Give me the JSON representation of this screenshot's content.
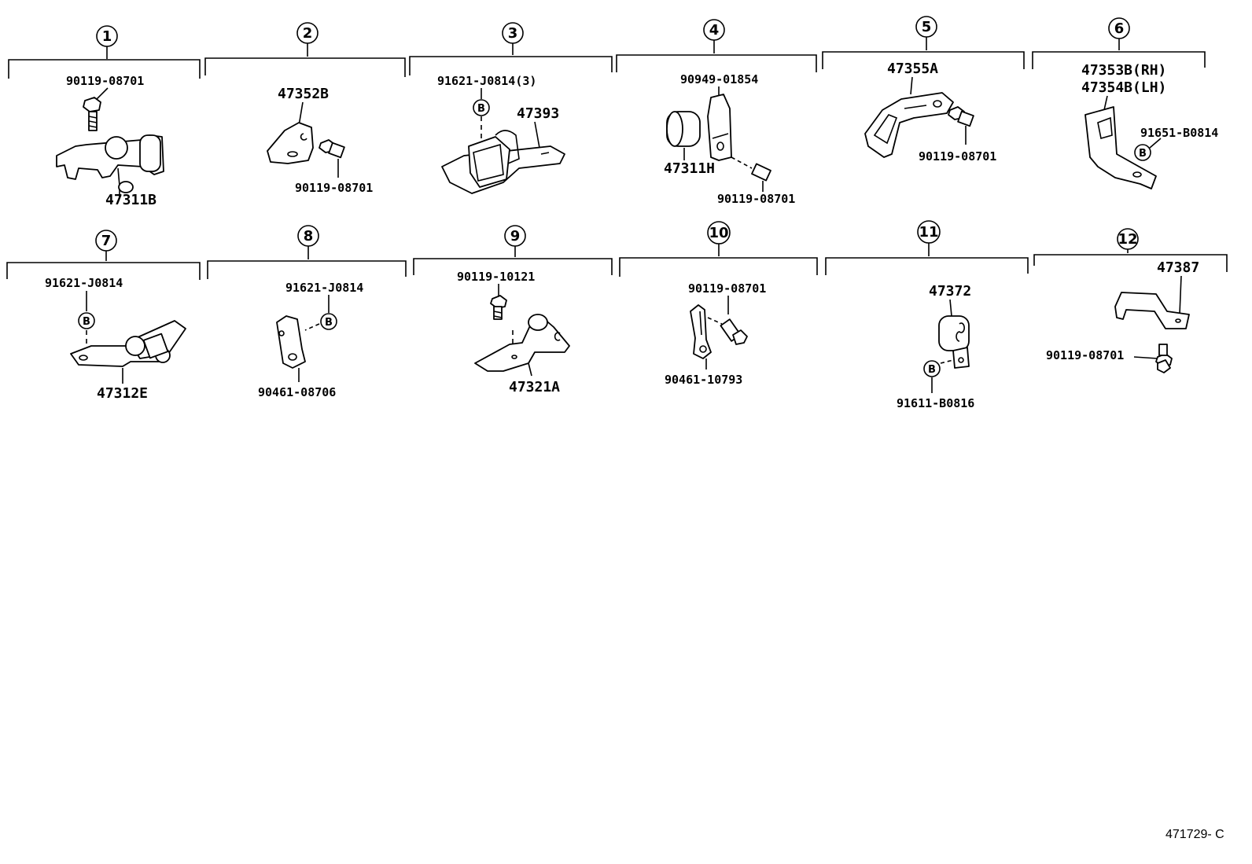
{
  "groups": [
    {
      "number": "1",
      "labels": [
        "90119-08701",
        "47311B"
      ]
    },
    {
      "number": "2",
      "labels": [
        "47352B",
        "90119-08701"
      ]
    },
    {
      "number": "3",
      "labels": [
        "91621-J0814(3)",
        "47393",
        "B"
      ]
    },
    {
      "number": "4",
      "labels": [
        "90949-01854",
        "47311H",
        "90119-08701"
      ]
    },
    {
      "number": "5",
      "labels": [
        "47355A",
        "90119-08701"
      ]
    },
    {
      "number": "6",
      "labels": [
        "47353B(RH)",
        "47354B(LH)",
        "91651-B0814",
        "B"
      ]
    },
    {
      "number": "7",
      "labels": [
        "91621-J0814",
        "47312E",
        "B"
      ]
    },
    {
      "number": "8",
      "labels": [
        "91621-J0814",
        "90461-08706",
        "B"
      ]
    },
    {
      "number": "9",
      "labels": [
        "90119-10121",
        "47321A"
      ]
    },
    {
      "number": "10",
      "labels": [
        "90119-08701",
        "90461-10793"
      ]
    },
    {
      "number": "11",
      "labels": [
        "47372",
        "91611-B0816",
        "B"
      ]
    },
    {
      "number": "12",
      "labels": [
        "47387",
        "90119-08701"
      ]
    }
  ],
  "diagram_id": "471729- C"
}
